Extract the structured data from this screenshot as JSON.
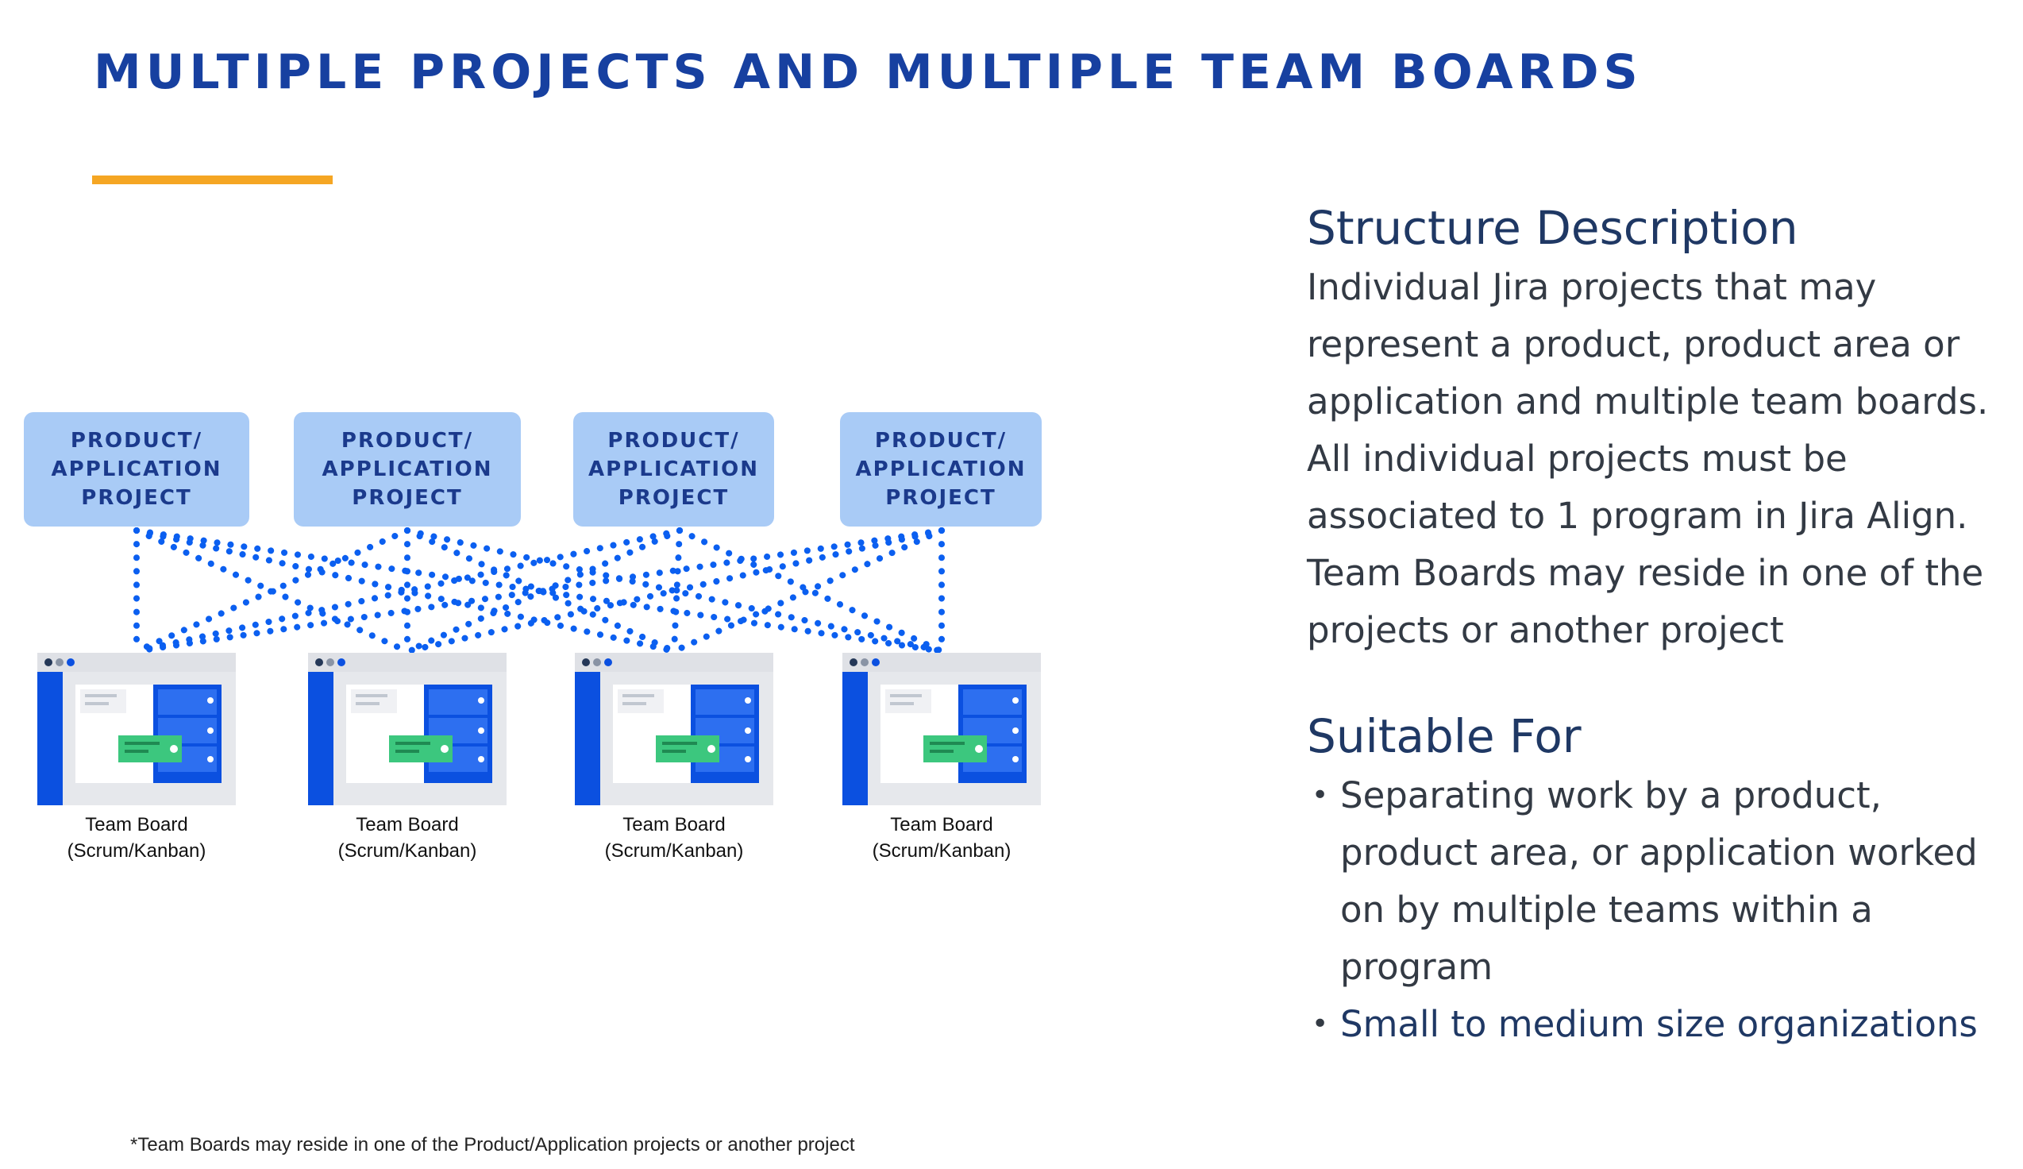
{
  "title": "MULTIPLE PROJECTS AND MULTIPLE TEAM BOARDS",
  "colors": {
    "title": "#1740a0",
    "accent_bar": "#f5a623",
    "project_box": "#a9cbf6",
    "connector": "#0b5ff0",
    "board_primary": "#0b50e0",
    "board_card_green": "#3cc77e"
  },
  "projects": [
    {
      "label": "PRODUCT/\nAPPLICATION\nPROJECT"
    },
    {
      "label": "PRODUCT/\nAPPLICATION\nPROJECT"
    },
    {
      "label": "PRODUCT/\nAPPLICATION\nPROJECT"
    },
    {
      "label": "PRODUCT/\nAPPLICATION\nPROJECT"
    }
  ],
  "boards": [
    {
      "line1": "Team Board",
      "line2": "(Scrum/Kanban)",
      "icon": "board-window-icon"
    },
    {
      "line1": "Team Board",
      "line2": "(Scrum/Kanban)",
      "icon": "board-window-icon"
    },
    {
      "line1": "Team Board",
      "line2": "(Scrum/Kanban)",
      "icon": "board-window-icon"
    },
    {
      "line1": "Team Board",
      "line2": "(Scrum/Kanban)",
      "icon": "board-window-icon"
    }
  ],
  "structure": {
    "heading": "Structure Description",
    "text": "Individual Jira projects that may represent a product, product area or application and multiple team boards. All individual projects must be associated to 1 program in Jira Align. Team Boards may reside in one of the projects or another project"
  },
  "suitable": {
    "heading": "Suitable For",
    "items": [
      "Separating work by a product, product area, or application worked on by multiple teams within a program",
      "Small to medium size organizations"
    ]
  },
  "footnote": "*Team Boards may reside in one of the Product/Application projects or another project"
}
